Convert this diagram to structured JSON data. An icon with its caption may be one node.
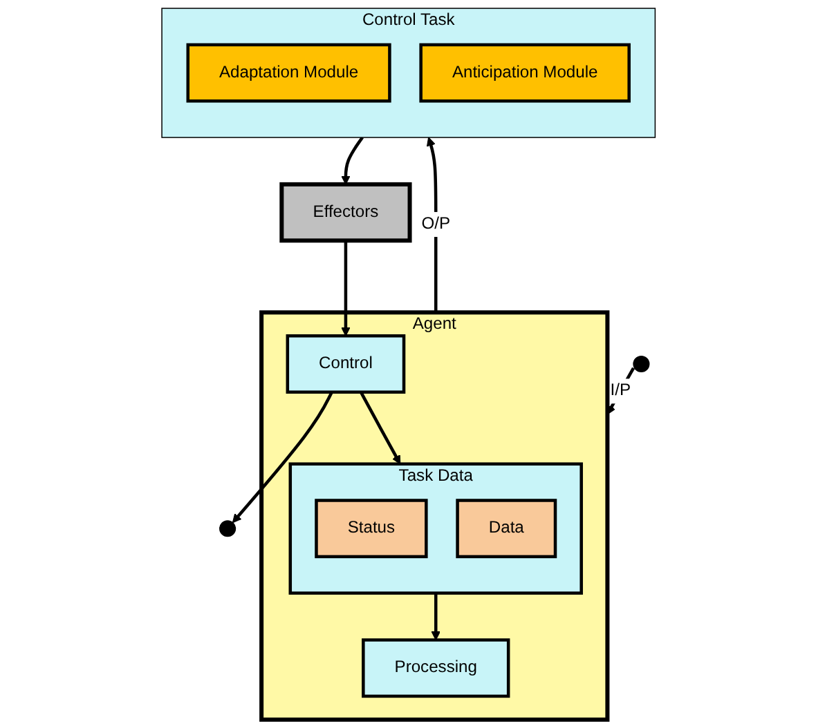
{
  "diagram": {
    "nodes": [
      {
        "text": [
          "Agent"
        ]
      },
      {
        "text": [
          "Task Data"
        ],
        "in": 0
      },
      {
        "text": [
          "Status"
        ],
        "in": 1
      },
      {
        "text": [
          "Data"
        ],
        "in": 1
      },
      {
        "text": [
          "Processing"
        ],
        "in": 0
      },
      {
        "text": [
          "Control"
        ],
        "in": 0
      },
      {
        "text": [
          "Control Task"
        ]
      },
      {
        "text": [
          "Adaptation Module"
        ],
        "in": 6
      },
      {
        "text": [
          "Anticipation Module"
        ],
        "in": 6
      },
      {
        "text": [
          "Effectors"
        ]
      }
    ],
    "edges": [
      {
        "from": null,
        "to": 0,
        "arrow": "to",
        "label": "I/P"
      },
      {
        "from": 0,
        "to": 6,
        "arrow": "to",
        "label": "O/P"
      },
      {
        "from": 1,
        "to": 4,
        "arrow": "to"
      },
      {
        "from": 5,
        "to": 1,
        "arrow": "to"
      },
      {
        "from": 5,
        "to": null,
        "arrow": "to"
      },
      {
        "from": 6,
        "to": 9,
        "arrow": "to"
      },
      {
        "from": 9,
        "to": 5,
        "arrow": "to"
      }
    ]
  }
}
